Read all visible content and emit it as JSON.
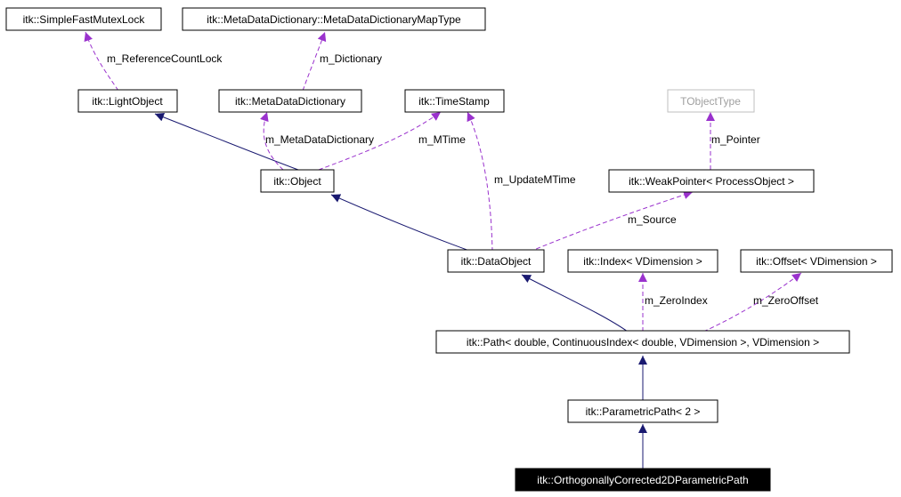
{
  "colors": {
    "inheritance_edge": "#191970",
    "collaboration_edge": "#9a32cd",
    "focus_node_fill": "#000000",
    "template_node_border": "#bfbfbf"
  },
  "nodes": {
    "simple_fast_mutex_lock": "itk::SimpleFastMutexLock",
    "meta_data_dictionary_map_type": "itk::MetaDataDictionary::MetaDataDictionaryMapType",
    "light_object": "itk::LightObject",
    "meta_data_dictionary": "itk::MetaDataDictionary",
    "time_stamp": "itk::TimeStamp",
    "tobject_type": "TObjectType",
    "object": "itk::Object",
    "weak_pointer": "itk::WeakPointer< ProcessObject >",
    "data_object": "itk::DataObject",
    "index": "itk::Index< VDimension >",
    "offset": "itk::Offset< VDimension >",
    "path": "itk::Path< double, ContinuousIndex< double, VDimension >, VDimension >",
    "parametric_path": "itk::ParametricPath< 2 >",
    "orthogonally_corrected": "itk::OrthogonallyCorrected2DParametricPath"
  },
  "edge_labels": {
    "reference_count_lock": "m_ReferenceCountLock",
    "dictionary": "m_Dictionary",
    "meta_data_dictionary": "m_MetaDataDictionary",
    "mtime": "m_MTime",
    "update_mtime": "m_UpdateMTime",
    "pointer": "m_Pointer",
    "source": "m_Source",
    "zero_index": "m_ZeroIndex",
    "zero_offset": "m_ZeroOffset"
  }
}
